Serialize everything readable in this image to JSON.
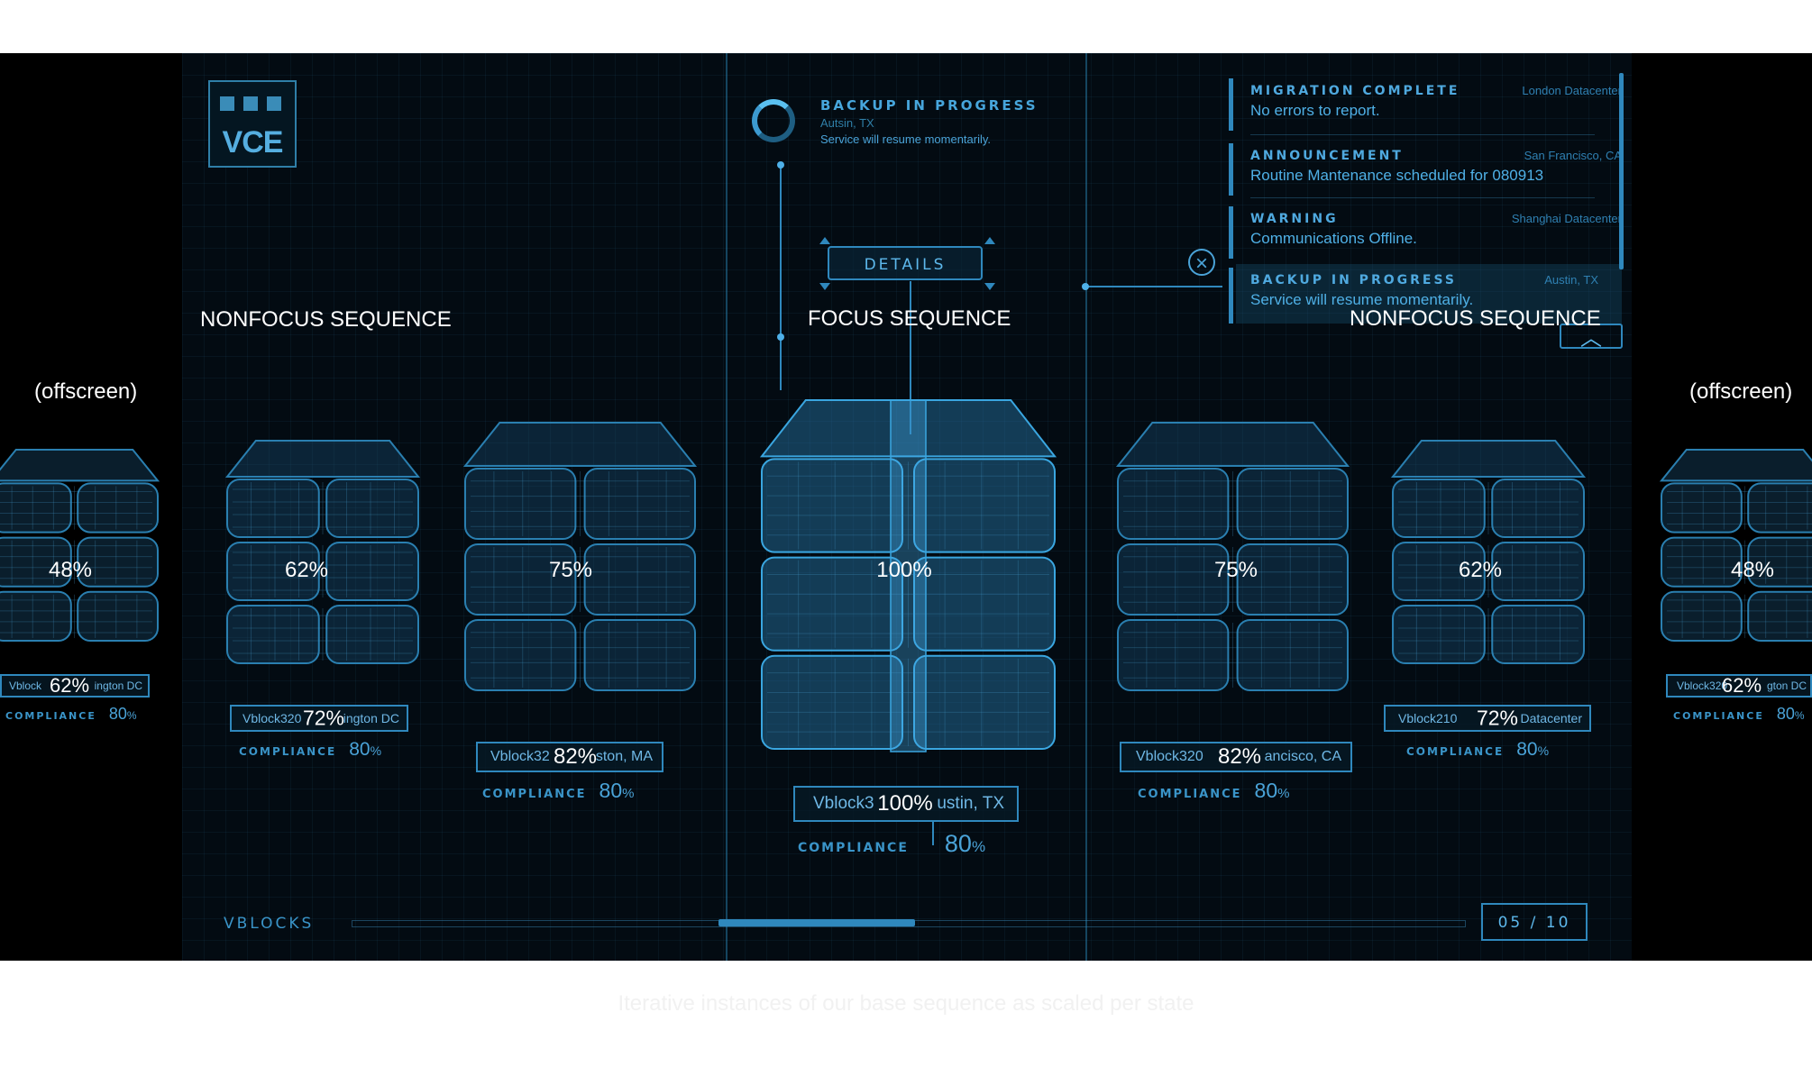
{
  "logo": {
    "text": "VCE"
  },
  "backup_status": {
    "title": "BACKUP IN PROGRESS",
    "location": "Autsin, TX",
    "message": "Service will resume momentarily."
  },
  "details_button": {
    "label": "DETAILS"
  },
  "notifications": [
    {
      "title": "MIGRATION COMPLETE",
      "location": "London Datacenter",
      "message": "No errors to report."
    },
    {
      "title": "ANNOUNCEMENT",
      "location": "San Francisco, CA",
      "message": "Routine Mantenance scheduled for 080913"
    },
    {
      "title": "WARNING",
      "location": "Shanghai Datacenter",
      "message": "Communications Offline."
    },
    {
      "title": "BACKUP IN PROGRESS",
      "location": "Austin, TX",
      "message": "Service will resume momentarily."
    }
  ],
  "labels": {
    "nonfocus_left": "NONFOCUS SEQUENCE",
    "focus": "FOCUS SEQUENCE",
    "nonfocus_right": "NONFOCUS SEQUENCE",
    "offscreen_left": "(offscreen)",
    "offscreen_right": "(offscreen)"
  },
  "blocks": [
    {
      "scale": "48%",
      "tag_scale": "62%",
      "tag_name": "Vblock",
      "tag_suffix": "ington DC",
      "compliance_label": "COMPLIANCE",
      "compliance_value": "80",
      "compliance_unit": "%"
    },
    {
      "scale": "62%",
      "tag_scale": "72%",
      "tag_name": "Vblock320",
      "tag_suffix": "ington DC",
      "compliance_label": "COMPLIANCE",
      "compliance_value": "80",
      "compliance_unit": "%"
    },
    {
      "scale": "75%",
      "tag_scale": "82%",
      "tag_name": "Vblock32",
      "tag_suffix": "ston, MA",
      "compliance_label": "COMPLIANCE",
      "compliance_value": "80",
      "compliance_unit": "%"
    },
    {
      "scale": "100%",
      "tag_scale": "100%",
      "tag_name": "Vblock3",
      "tag_suffix": "ustin, TX",
      "compliance_label": "COMPLIANCE",
      "compliance_value": "80",
      "compliance_unit": "%"
    },
    {
      "scale": "75%",
      "tag_scale": "82%",
      "tag_name": "Vblock320",
      "tag_suffix": "ancisco, CA",
      "compliance_label": "COMPLIANCE",
      "compliance_value": "80",
      "compliance_unit": "%"
    },
    {
      "scale": "62%",
      "tag_scale": "72%",
      "tag_name": "Vblock210",
      "tag_suffix": "Datacenter",
      "compliance_label": "COMPLIANCE",
      "compliance_value": "80",
      "compliance_unit": "%"
    },
    {
      "scale": "48%",
      "tag_scale": "62%",
      "tag_name": "Vblock320",
      "tag_suffix": "gton DC",
      "compliance_label": "COMPLIANCE",
      "compliance_value": "80",
      "compliance_unit": "%"
    }
  ],
  "footer": {
    "label": "VBLOCKS",
    "counter": "05 / 10",
    "scroll_position": 0.4
  },
  "caption": "Iterative instances of our base sequence as scaled per state",
  "colors": {
    "accent": "#2f88bd",
    "text_glow": "#5db8ec",
    "background": "#030b12"
  }
}
